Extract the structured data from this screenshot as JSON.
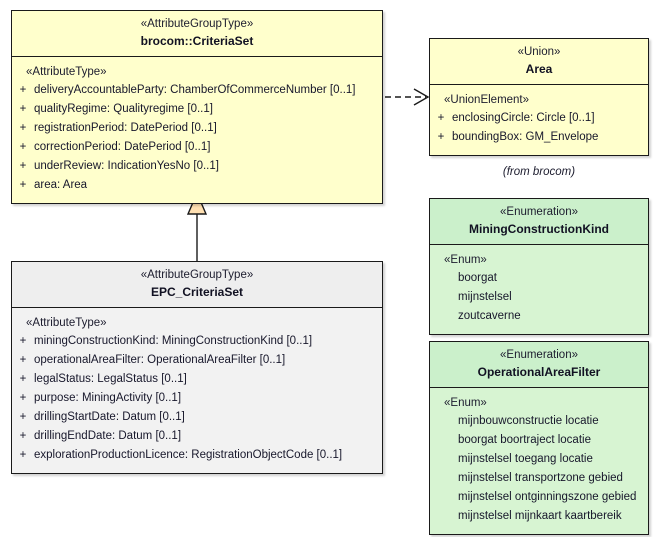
{
  "diagram": {
    "title": "UML class diagram",
    "colors": {
      "class_yellow": "#ffffcc",
      "class_grey": "#eeeeee",
      "enumeration_green": "#cbf0cb",
      "border": "#1a1a1a",
      "generalization_fill": "#ffe4b5"
    }
  },
  "classes": {
    "criteriaset": {
      "stereotype": "«AttributeGroupType»",
      "name": "brocom::CriteriaSet",
      "compartment_stereotype": "«AttributeType»",
      "attributes": [
        {
          "visibility": "+",
          "signature": "deliveryAccountableParty: ChamberOfCommerceNumber [0..1]"
        },
        {
          "visibility": "+",
          "signature": "qualityRegime: Qualityregime [0..1]"
        },
        {
          "visibility": "+",
          "signature": "registrationPeriod: DatePeriod [0..1]"
        },
        {
          "visibility": "+",
          "signature": "correctionPeriod: DatePeriod [0..1]"
        },
        {
          "visibility": "+",
          "signature": "underReview: IndicationYesNo [0..1]"
        },
        {
          "visibility": "+",
          "signature": "area: Area"
        }
      ]
    },
    "epc_criteriaset": {
      "stereotype": "«AttributeGroupType»",
      "name": "EPC_CriteriaSet",
      "compartment_stereotype": "«AttributeType»",
      "attributes": [
        {
          "visibility": "+",
          "signature": "miningConstructionKind: MiningConstructionKind [0..1]"
        },
        {
          "visibility": "+",
          "signature": "operationalAreaFilter: OperationalAreaFilter [0..1]"
        },
        {
          "visibility": "+",
          "signature": "legalStatus: LegalStatus [0..1]"
        },
        {
          "visibility": "+",
          "signature": "purpose: MiningActivity [0..1]"
        },
        {
          "visibility": "+",
          "signature": "drillingStartDate: Datum [0..1]"
        },
        {
          "visibility": "+",
          "signature": "drillingEndDate: Datum [0..1]"
        },
        {
          "visibility": "+",
          "signature": "explorationProductionLicence: RegistrationObjectCode [0..1]"
        }
      ]
    },
    "area": {
      "stereotype": "«Union»",
      "name": "Area",
      "compartment_stereotype": "«UnionElement»",
      "attributes": [
        {
          "visibility": "+",
          "signature": "enclosingCircle: Circle [0..1]"
        },
        {
          "visibility": "+",
          "signature": "boundingBox: GM_Envelope"
        }
      ],
      "note": "(from brocom)"
    },
    "mining_construction_kind": {
      "stereotype": "«Enumeration»",
      "name": "MiningConstructionKind",
      "compartment_stereotype": "«Enum»",
      "values": [
        "boorgat",
        "mijnstelsel",
        "zoutcaverne"
      ]
    },
    "operational_area_filter": {
      "stereotype": "«Enumeration»",
      "name": "OperationalAreaFilter",
      "compartment_stereotype": "«Enum»",
      "values": [
        "mijnbouwconstructie locatie",
        "boorgat boortraject locatie",
        "mijnstelsel toegang locatie",
        "mijnstelsel transportzone gebied",
        "mijnstelsel ontginningszone gebied",
        "mijnstelsel mijnkaart kaartbereik"
      ]
    }
  },
  "relationships": [
    {
      "kind": "generalization",
      "from": "EPC_CriteriaSet",
      "to": "brocom::CriteriaSet",
      "style": "solid-line-hollow-triangle"
    },
    {
      "kind": "dependency",
      "from": "brocom::CriteriaSet",
      "to": "Area",
      "style": "dashed-line-open-arrow"
    }
  ]
}
